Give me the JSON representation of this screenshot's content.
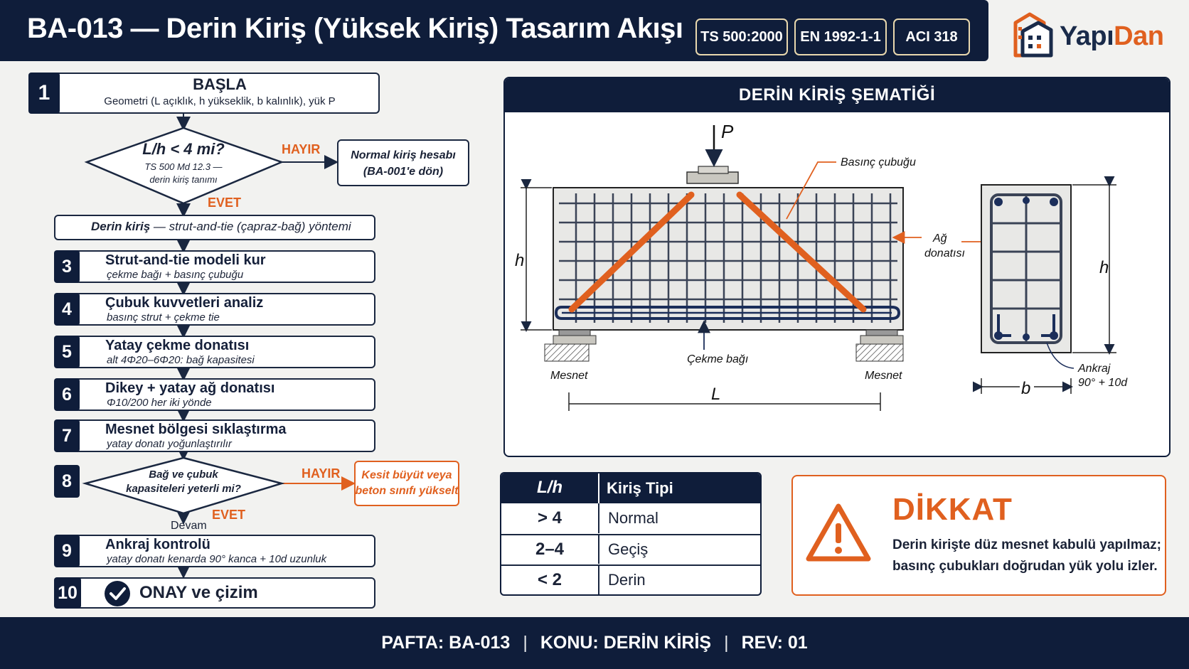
{
  "header": {
    "title": "BA-013 — Derin Kiriş (Yüksek Kiriş) Tasarım Akışı",
    "standards": [
      "TS 500:2000",
      "EN 1992-1-1",
      "ACI 318"
    ],
    "logo": {
      "part1": "Yapı",
      "part2": "Dan"
    }
  },
  "flow": {
    "step1": {
      "num": "1",
      "title": "BAŞLA",
      "sub": "Geometri (L açıklık, h yükseklik, b kalınlık), yük P"
    },
    "decision1": {
      "q": "L/h < 4 mi?",
      "ref1": "TS 500 Md 12.3 —",
      "ref2": "derin kiriş tanımı",
      "no": "HAYIR",
      "yes": "EVET"
    },
    "side1": {
      "l1": "Normal kiriş hesabı",
      "l2": "(BA-001'e dön)"
    },
    "step2": {
      "title": "Derin kiriş",
      "sub": "— strut-and-tie (çapraz-bağ) yöntemi"
    },
    "step3": {
      "num": "3",
      "title": "Strut-and-tie modeli kur",
      "sub": "çekme bağı + basınç çubuğu"
    },
    "step4": {
      "num": "4",
      "title": "Çubuk kuvvetleri analiz",
      "sub": "basınç strut + çekme tie"
    },
    "step5": {
      "num": "5",
      "title": "Yatay çekme donatısı",
      "sub": "alt 4Φ20–6Φ20: bağ kapasitesi"
    },
    "step6": {
      "num": "6",
      "title": "Dikey + yatay ağ donatısı",
      "sub": "Φ10/200 her iki yönde"
    },
    "step7": {
      "num": "7",
      "title": "Mesnet bölgesi sıklaştırma",
      "sub": "yatay donatı yoğunlaştırılır"
    },
    "step8": {
      "num": "8",
      "q1": "Bağ ve çubuk",
      "q2": "kapasiteleri yeterli mi?",
      "no": "HAYIR",
      "yes": "EVET",
      "cont": "Devam"
    },
    "side2": {
      "l1": "Kesit büyüt veya",
      "l2": "beton sınıfı yükselt"
    },
    "step9": {
      "num": "9",
      "title": "Ankraj kontrolü",
      "sub": "yatay donatı kenarda 90° kanca + 10d uzunluk"
    },
    "step10": {
      "num": "10",
      "title": "ONAY ve çizim"
    }
  },
  "schematic": {
    "title": "DERİN KİRİŞ ŞEMATİĞİ",
    "labels": {
      "P": "P",
      "h": "h",
      "L": "L",
      "b": "b",
      "strut": "Basınç çubuğu",
      "mesh1": "Ağ",
      "mesh2": "donatısı",
      "tie": "Çekme bağı",
      "support_left": "Mesnet",
      "support_right": "Mesnet",
      "anchor1": "Ankraj",
      "anchor2": "90° + 10d"
    }
  },
  "lh_table": {
    "headers": [
      "L/h",
      "Kiriş Tipi"
    ],
    "rows": [
      [
        "> 4",
        "Normal"
      ],
      [
        "2–4",
        "Geçiş"
      ],
      [
        "< 2",
        "Derin"
      ]
    ]
  },
  "warning": {
    "title": "DİKKAT",
    "line1": "Derin kirişte düz mesnet kabulü yapılmaz;",
    "line2": "basınç çubukları doğrudan yük yolu izler."
  },
  "footer": {
    "sheet": "PAFTA: BA-013",
    "topic": "KONU: DERİN KİRİŞ",
    "rev": "REV: 01"
  },
  "colors": {
    "navy": "#0f1d3a",
    "orange": "#e0601f"
  }
}
